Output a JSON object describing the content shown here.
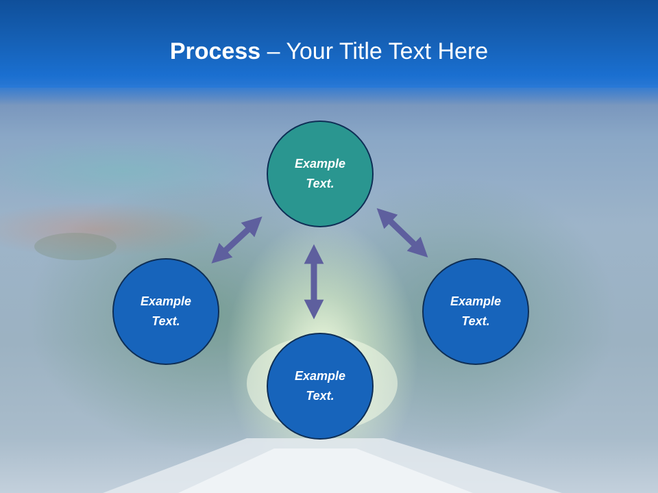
{
  "slide": {
    "title_bold": "Process",
    "title_rest": " – Your Title Text Here"
  },
  "diagram": {
    "nodes": [
      {
        "label_line1": "Example",
        "label_line2": "Text.",
        "color": "#2a9690"
      },
      {
        "label_line1": "Example",
        "label_line2": "Text.",
        "color": "#1764bb"
      },
      {
        "label_line1": "Example",
        "label_line2": "Text.",
        "color": "#1764bb"
      },
      {
        "label_line1": "Example",
        "label_line2": "Text.",
        "color": "#1764bb"
      }
    ],
    "arrow_color": "#5e5f9e"
  }
}
